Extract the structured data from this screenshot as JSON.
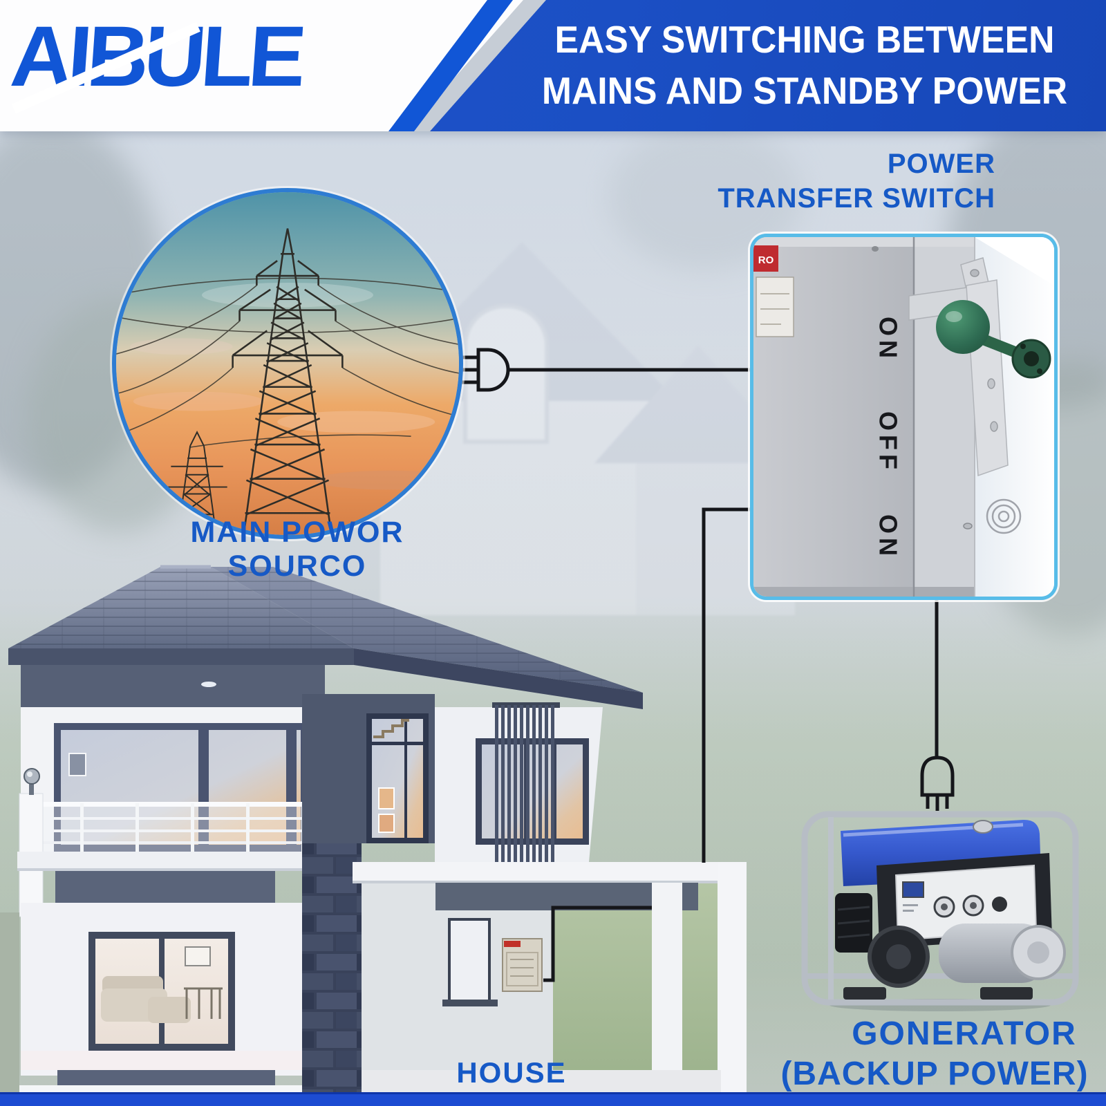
{
  "brand": {
    "logo_text": "AIBULE"
  },
  "header": {
    "headline_line1": "EASY SWITCHING BETWEEN",
    "headline_line2": "MAINS AND STANDBY POWER"
  },
  "labels": {
    "main_power_source": "MAIN POWOR SOURCO",
    "transfer_switch_line1": "POWER",
    "transfer_switch_line2": "TRANSFER SWITCH",
    "house": "HOUSE",
    "generator_line1": "GONERATOR",
    "generator_line2": "(BACKUP POWER)"
  },
  "transfer_switch": {
    "positions": [
      "ON",
      "OFF",
      "ON"
    ],
    "corner_label": "RO"
  },
  "icons": [
    "plug-icon-left",
    "plug-icon-generator",
    "ball-lamp-icon",
    "transmission-tower-icon"
  ],
  "colors": {
    "brand_blue": "#1156d6",
    "banner_blue": "#1b52c6",
    "label_blue": "#1659c6",
    "bottom_bar_blue": "#1d4cd2",
    "switch_frame_blue": "#58bce8",
    "handle_green": "#2e6b52",
    "wire_black": "#15161a"
  }
}
